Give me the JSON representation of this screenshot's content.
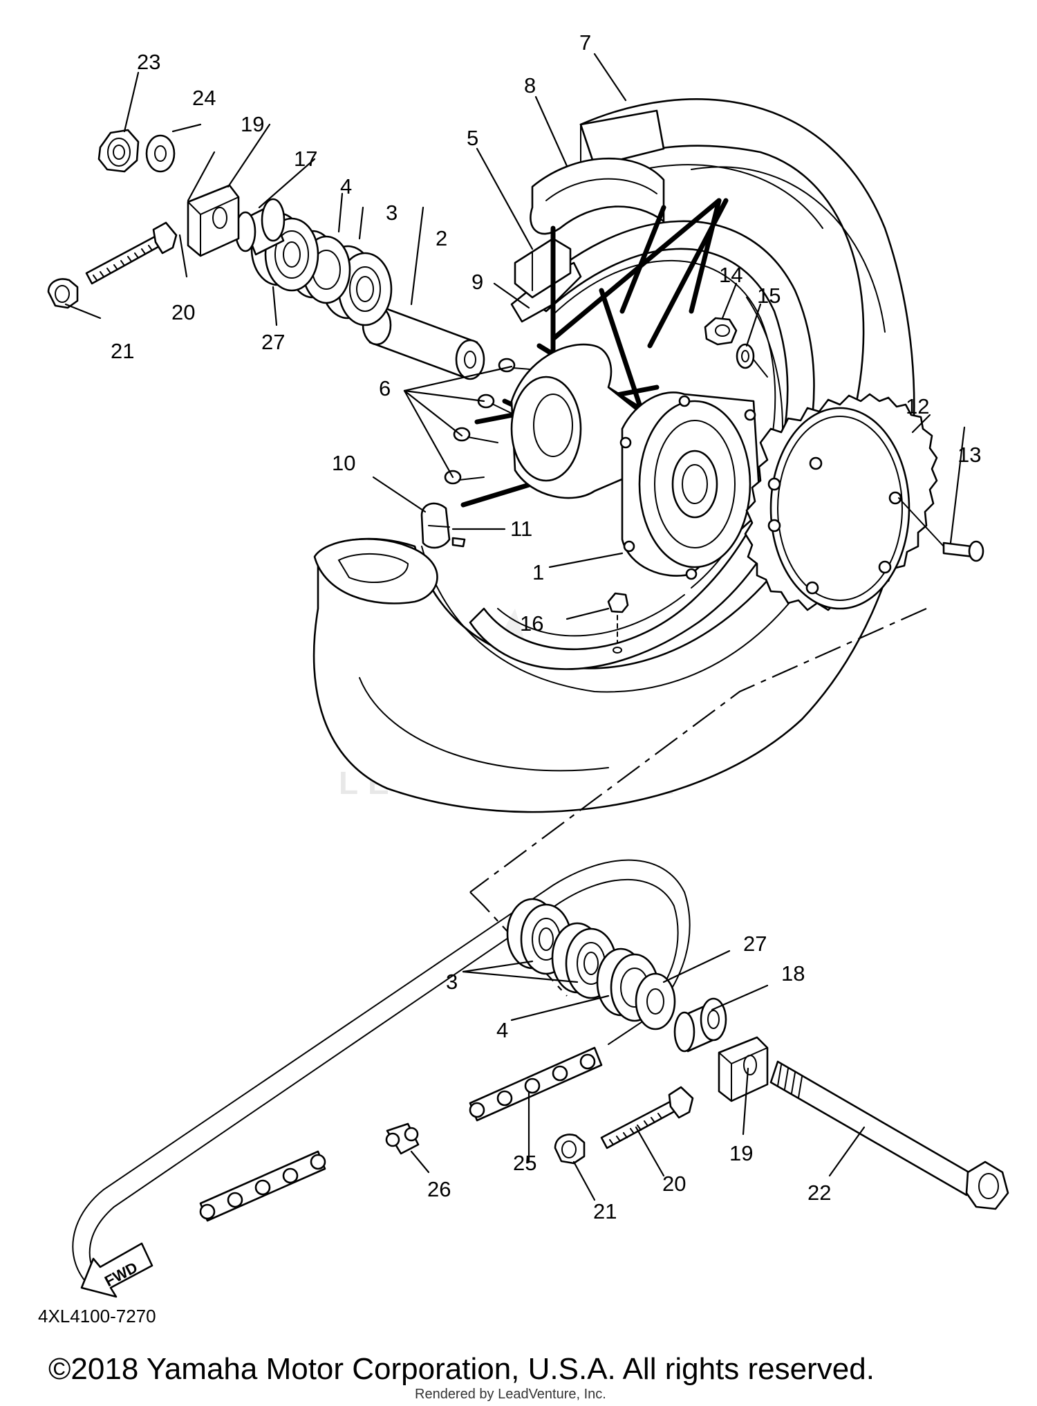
{
  "diagram_code": "4XL4100-7270",
  "copyright": "©2018 Yamaha Motor Corporation, U.S.A. All rights reserved.",
  "rendered_by": "Rendered by LeadVenture, Inc.",
  "watermark": "LEADVENTURE",
  "fwd_label": "FWD",
  "callouts": {
    "c1": "1",
    "c2": "2",
    "c3a": "3",
    "c3b": "3",
    "c4a": "4",
    "c4b": "4",
    "c5": "5",
    "c6": "6",
    "c7": "7",
    "c8": "8",
    "c9": "9",
    "c10": "10",
    "c11": "11",
    "c12": "12",
    "c13": "13",
    "c14": "14",
    "c15": "15",
    "c16": "16",
    "c17": "17",
    "c18": "18",
    "c19a": "19",
    "c19b": "19",
    "c20a": "20",
    "c20b": "20",
    "c21a": "21",
    "c21b": "21",
    "c22": "22",
    "c23": "23",
    "c24": "24",
    "c25": "25",
    "c26": "26",
    "c27a": "27",
    "c27b": "27"
  }
}
